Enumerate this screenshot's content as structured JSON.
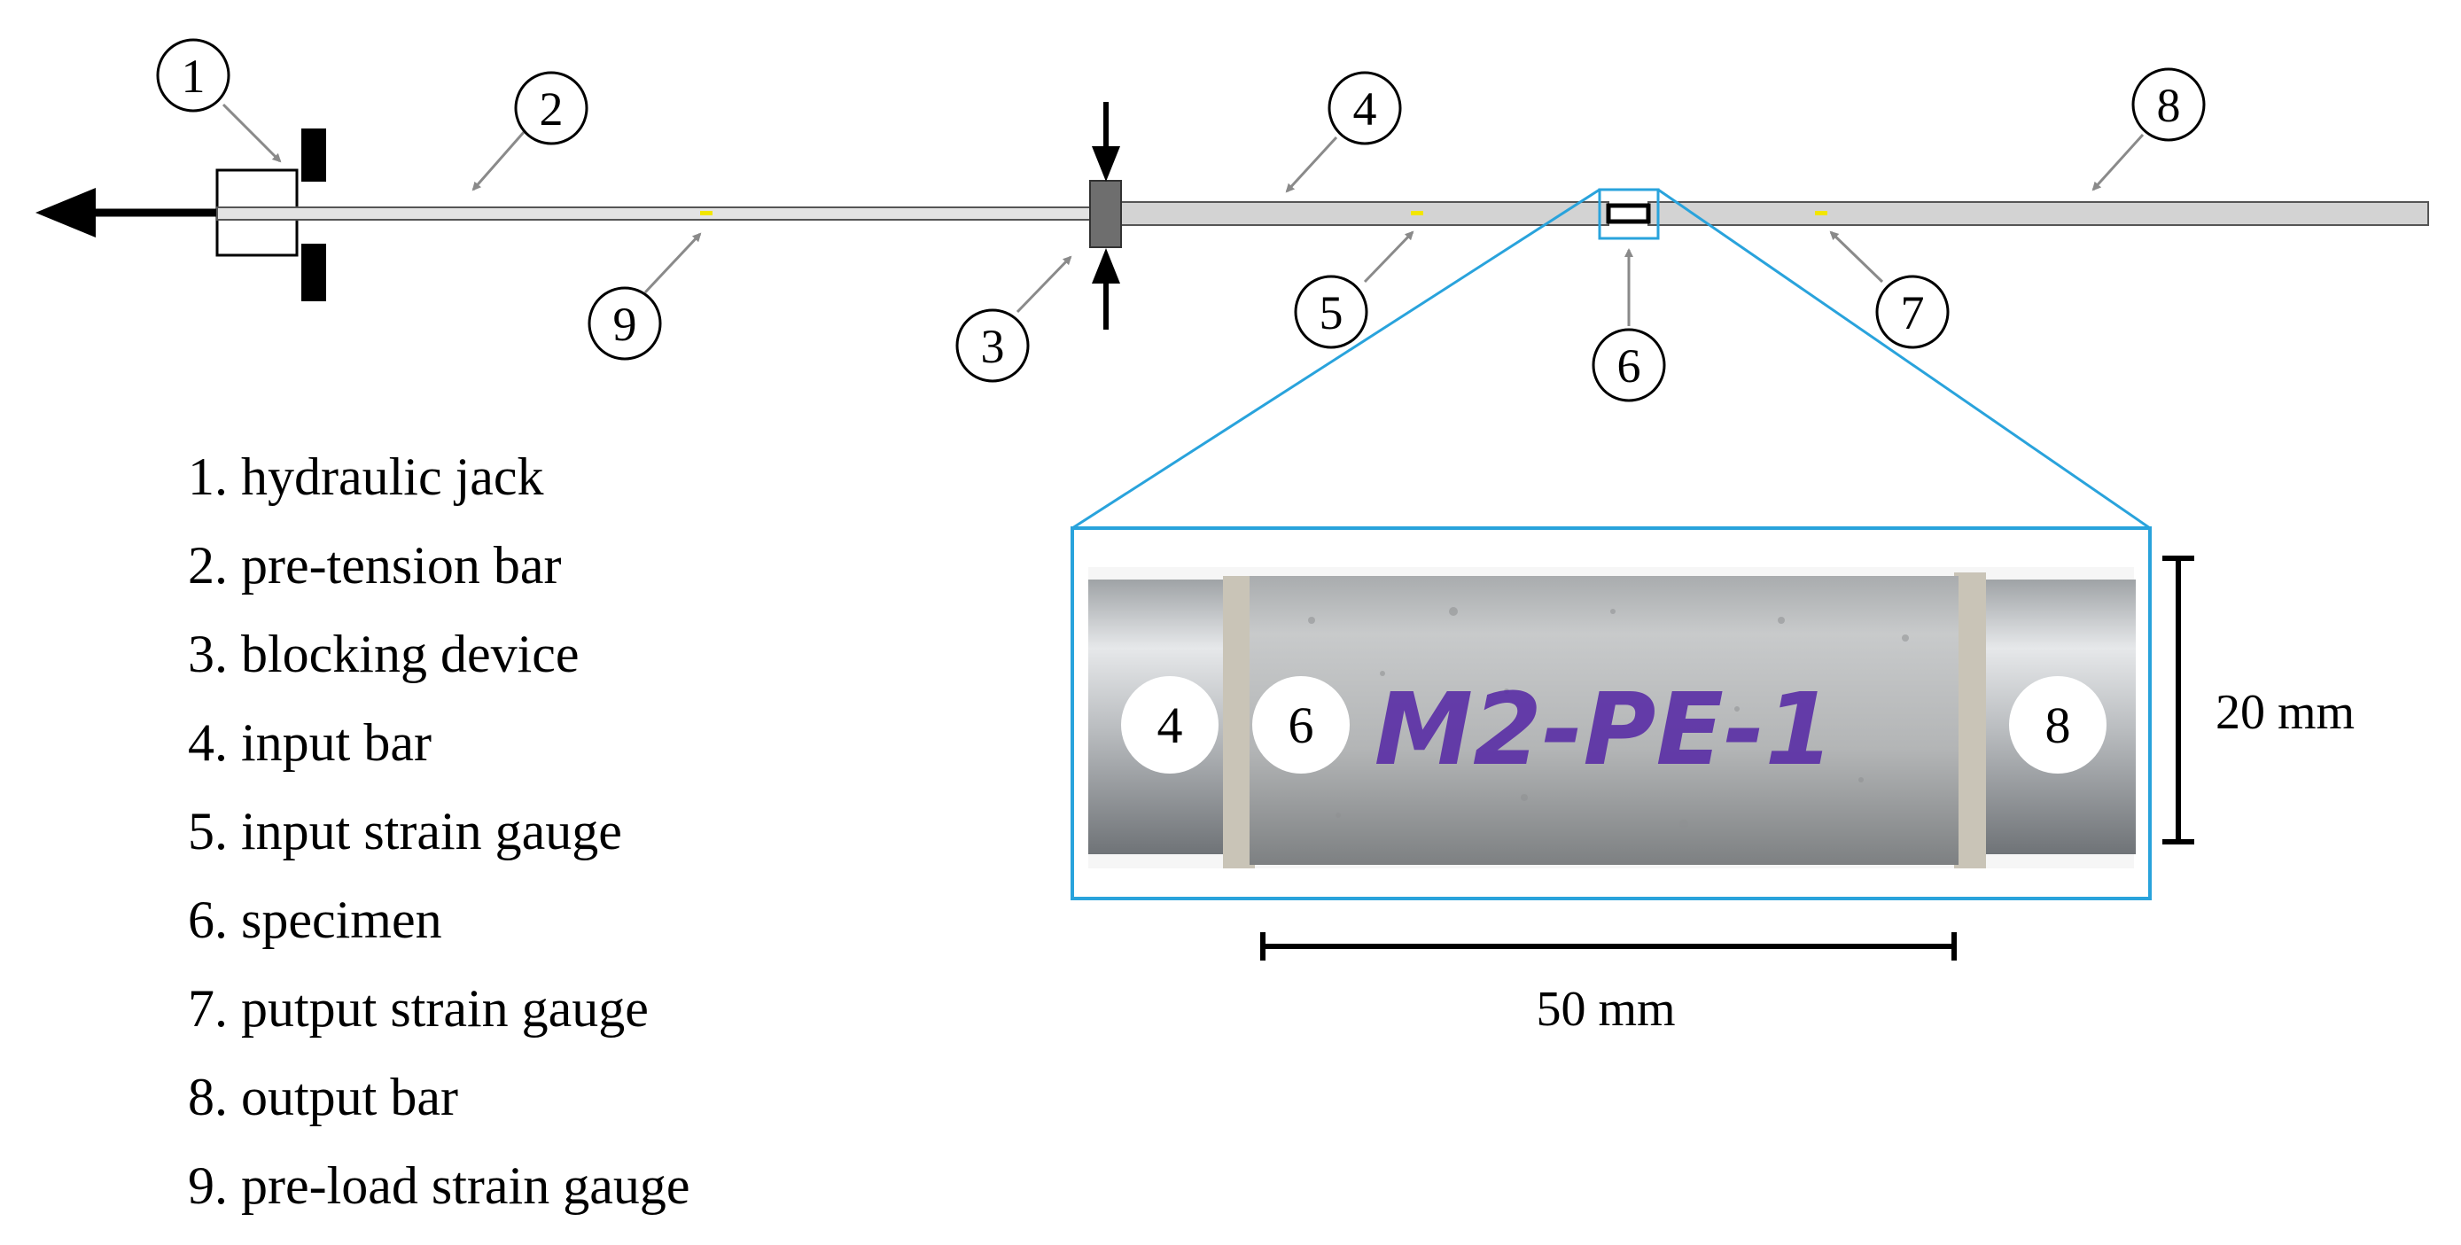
{
  "callouts": {
    "c1": "1",
    "c2": "2",
    "c3": "3",
    "c4": "4",
    "c5": "5",
    "c6": "6",
    "c7": "7",
    "c8": "8",
    "c9": "9"
  },
  "legend": [
    {
      "num": "1.",
      "label": "hydraulic jack"
    },
    {
      "num": "2.",
      "label": "pre-tension bar"
    },
    {
      "num": "3.",
      "label": "blocking device"
    },
    {
      "num": "4.",
      "label": "input bar"
    },
    {
      "num": "5.",
      "label": "input strain gauge"
    },
    {
      "num": "6.",
      "label": "specimen"
    },
    {
      "num": "7.",
      "label": "putput strain gauge"
    },
    {
      "num": "8.",
      "label": "output bar"
    },
    {
      "num": "9.",
      "label": "pre-load strain gauge"
    }
  ],
  "photo": {
    "marker_left": "4",
    "marker_mid": "6",
    "marker_right": "8",
    "specimen_text": "M2-PE-1"
  },
  "dimensions": {
    "height_label": "20 mm",
    "length_label": "50 mm"
  },
  "colors": {
    "zoom_frame": "#29a3dc",
    "bar_fill": "#d3d3d3",
    "gauge": "#f2e600",
    "block_fill": "#6e6e6e"
  }
}
